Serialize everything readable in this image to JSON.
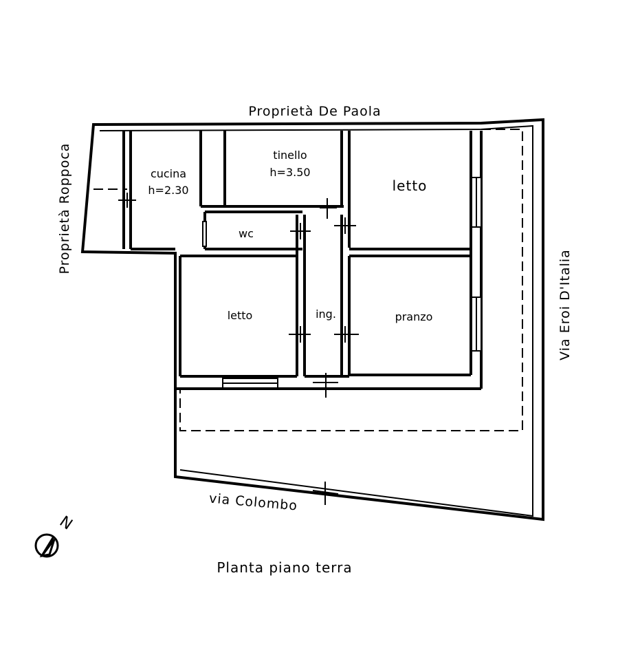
{
  "neighbors": {
    "north": "Proprietà De Paola",
    "west": "Proprietà Roppoca"
  },
  "streets": {
    "east": "Via Eroi D'Italia",
    "south": "via Colombo"
  },
  "rooms": {
    "cucina": {
      "name": "cucina",
      "height": "h=2.30"
    },
    "tinello": {
      "name": "tinello",
      "height": "h=3.50"
    },
    "letto_ne": "letto",
    "wc": "wc",
    "letto_sw": "letto",
    "ingresso": "ing.",
    "pranzo": "pranzo"
  },
  "compass": {
    "letter": "N"
  },
  "title": "Planta piano terra"
}
